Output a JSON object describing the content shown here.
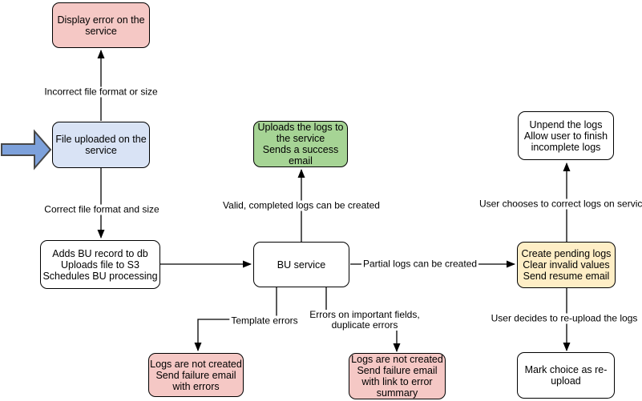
{
  "colors": {
    "pink": "#f5c8c5",
    "blue": "#d9e3f5",
    "green": "#a6d495",
    "yellow": "#feeec6",
    "white": "#ffffff",
    "pointer_fill": "#7da1db",
    "pointer_stroke": "#474747",
    "line": "#000000"
  },
  "nodes": {
    "display_error": {
      "fill": "#f5c8c5",
      "lines": [
        "Display error on the",
        "service"
      ]
    },
    "file_uploaded": {
      "fill": "#d9e3f5",
      "lines": [
        "File uploaded on the",
        "service"
      ]
    },
    "adds_bu": {
      "fill": "#ffffff",
      "lines": [
        "Adds BU record to db",
        "Uploads file to S3",
        "Schedules BU processing"
      ]
    },
    "bu_service": {
      "fill": "#ffffff",
      "lines": [
        "BU service"
      ]
    },
    "uploads_logs": {
      "fill": "#a6d495",
      "lines": [
        "Uploads the logs to",
        "the service",
        "Sends a success",
        "email"
      ]
    },
    "unpend": {
      "fill": "#ffffff",
      "lines": [
        "Unpend the logs",
        "Allow user to finish",
        "incomplete logs"
      ]
    },
    "create_pending": {
      "fill": "#feeec6",
      "lines": [
        "Create pending logs",
        "Clear invalid values",
        "Send resume email"
      ]
    },
    "mark_choice": {
      "fill": "#ffffff",
      "lines": [
        "Mark choice as re-",
        "upload"
      ]
    },
    "logs_errors": {
      "fill": "#f5c8c5",
      "lines": [
        "Logs are not created",
        "Send failure email",
        "with errors"
      ]
    },
    "logs_summary": {
      "fill": "#f5c8c5",
      "lines": [
        "Logs are not created",
        "Send failure email",
        "with link to error",
        "summary"
      ]
    }
  },
  "labels": {
    "incorrect_file": "Incorrect file format or size",
    "correct_file": "Correct file format and size",
    "valid_logs": "Valid, completed logs can be created",
    "partial_logs": "Partial logs can be created",
    "template_errors": "Template errors",
    "errors_fields": {
      "lines": [
        "Errors on important fields,",
        "duplicate errors"
      ]
    },
    "user_correct": "User chooses to correct logs on service",
    "user_reupload": "User decides to re-upload the logs"
  }
}
